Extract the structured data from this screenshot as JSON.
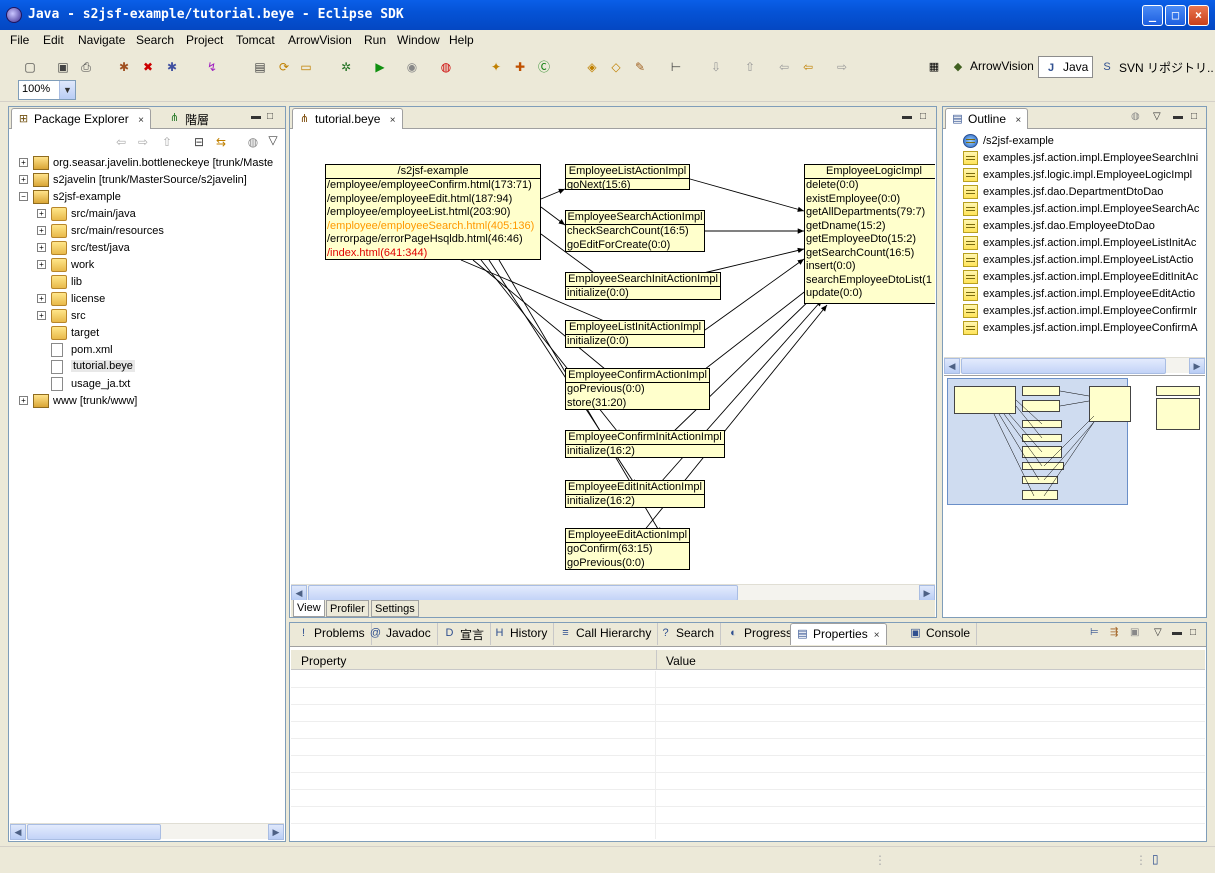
{
  "window": {
    "title": "Java - s2jsf-example/tutorial.beye - Eclipse SDK",
    "min": "_",
    "max": "□",
    "close": "×"
  },
  "menu": [
    "File",
    "Edit",
    "Navigate",
    "Search",
    "Project",
    "Tomcat",
    "ArrowVision",
    "Run",
    "Window",
    "Help"
  ],
  "toolbar": {
    "zoom": "100%",
    "perspectives": [
      {
        "icon": "▦",
        "label": ""
      },
      {
        "icon": "◆",
        "label": "ArrowVision"
      },
      {
        "icon": "J",
        "label": "Java"
      },
      {
        "icon": "S",
        "label": "SVN リポジトリ..."
      }
    ]
  },
  "explorer": {
    "tabs": [
      {
        "icon": "⊞",
        "label": "Package Explorer",
        "close": "×"
      },
      {
        "icon": "⋔",
        "label": "階層"
      }
    ],
    "items": [
      {
        "label": "org.seasar.javelin.bottleneckeye [trunk/Maste",
        "depth": 0,
        "exp": "+",
        "icon": "proj"
      },
      {
        "label": "s2javelin [trunk/MasterSource/s2javelin]",
        "depth": 0,
        "exp": "+",
        "icon": "proj"
      },
      {
        "label": "s2jsf-example",
        "depth": 0,
        "exp": "-",
        "icon": "proj"
      },
      {
        "label": "src/main/java",
        "depth": 1,
        "exp": "+",
        "icon": "pkgfolder"
      },
      {
        "label": "src/main/resources",
        "depth": 1,
        "exp": "+",
        "icon": "pkgfolder"
      },
      {
        "label": "src/test/java",
        "depth": 1,
        "exp": "+",
        "icon": "pkgfolder"
      },
      {
        "label": "work",
        "depth": 1,
        "exp": "+",
        "icon": "pkgfolder"
      },
      {
        "label": "lib",
        "depth": 1,
        "exp": "",
        "icon": "folder"
      },
      {
        "label": "license",
        "depth": 1,
        "exp": "+",
        "icon": "folder"
      },
      {
        "label": "src",
        "depth": 1,
        "exp": "+",
        "icon": "folder"
      },
      {
        "label": "target",
        "depth": 1,
        "exp": "",
        "icon": "folder"
      },
      {
        "label": "pom.xml",
        "depth": 1,
        "exp": "",
        "icon": "file"
      },
      {
        "label": "tutorial.beye",
        "depth": 1,
        "exp": "",
        "icon": "file",
        "selected": true
      },
      {
        "label": "usage_ja.txt",
        "depth": 1,
        "exp": "",
        "icon": "file"
      },
      {
        "label": "www [trunk/www]",
        "depth": 0,
        "exp": "+",
        "icon": "proj"
      }
    ]
  },
  "editor": {
    "tab": "tutorial.beye",
    "close": "×",
    "bottom_tabs": [
      "View",
      "Profiler",
      "Settings"
    ],
    "boxes": [
      {
        "title": "/s2jsf-example",
        "lines": [
          {
            "t": "/employee/employeeConfirm.html(173:71)",
            "c": "#000000"
          },
          {
            "t": "/employee/employeeEdit.html(187:94)",
            "c": "#000000"
          },
          {
            "t": "/employee/employeeList.html(203:90)",
            "c": "#000000"
          },
          {
            "t": "/employee/employeeSearch.html(405:136)",
            "c": "#ff9900"
          },
          {
            "t": "/errorpage/errorPageHsqldb.html(46:46)",
            "c": "#000000"
          },
          {
            "t": "/index.html(641:344)",
            "c": "#e00000"
          }
        ]
      },
      {
        "title": "EmployeeListActionImpl",
        "lines": [
          {
            "t": "goNext(15:6)",
            "c": "#000000"
          }
        ]
      },
      {
        "title": "EmployeeSearchActionImpl",
        "lines": [
          {
            "t": "checkSearchCount(16:5)",
            "c": "#000000"
          },
          {
            "t": "goEditForCreate(0:0)",
            "c": "#000000"
          }
        ]
      },
      {
        "title": "EmployeeSearchInitActionImpl",
        "lines": [
          {
            "t": "initialize(0:0)",
            "c": "#000000"
          }
        ]
      },
      {
        "title": "EmployeeListInitActionImpl",
        "lines": [
          {
            "t": "initialize(0:0)",
            "c": "#000000"
          }
        ]
      },
      {
        "title": "EmployeeConfirmActionImpl",
        "lines": [
          {
            "t": "goPrevious(0:0)",
            "c": "#000000"
          },
          {
            "t": "store(31:20)",
            "c": "#000000"
          }
        ]
      },
      {
        "title": "EmployeeConfirmInitActionImpl",
        "lines": [
          {
            "t": "initialize(16:2)",
            "c": "#000000"
          }
        ]
      },
      {
        "title": "EmployeeEditInitActionImpl",
        "lines": [
          {
            "t": "initialize(16:2)",
            "c": "#000000"
          }
        ]
      },
      {
        "title": "EmployeeEditActionImpl",
        "lines": [
          {
            "t": "goConfirm(63:15)",
            "c": "#000000"
          },
          {
            "t": "goPrevious(0:0)",
            "c": "#000000"
          }
        ]
      },
      {
        "title": "EmployeeLogicImpl",
        "lines": [
          {
            "t": "delete(0:0)",
            "c": "#000000"
          },
          {
            "t": "existEmployee(0:0)",
            "c": "#000000"
          },
          {
            "t": "getAllDepartments(79:7)",
            "c": "#000000"
          },
          {
            "t": "getDname(15:2)",
            "c": "#000000"
          },
          {
            "t": "getEmployeeDto(15:2)",
            "c": "#000000"
          },
          {
            "t": "getSearchCount(16:5)",
            "c": "#000000"
          },
          {
            "t": "insert(0:0)",
            "c": "#000000"
          },
          {
            "t": "searchEmployeeDtoList(1",
            "c": "#000000"
          },
          {
            "t": "update(0:0)",
            "c": "#000000"
          }
        ]
      }
    ]
  },
  "outline": {
    "tab": "Outline",
    "close": "×",
    "items": [
      "/s2jsf-example",
      "examples.jsf.action.impl.EmployeeSearchIni",
      "examples.jsf.logic.impl.EmployeeLogicImpl",
      "examples.jsf.dao.DepartmentDtoDao",
      "examples.jsf.action.impl.EmployeeSearchAc",
      "examples.jsf.dao.EmployeeDtoDao",
      "examples.jsf.action.impl.EmployeeListInitAc",
      "examples.jsf.action.impl.EmployeeListActio",
      "examples.jsf.action.impl.EmployeeEditInitAc",
      "examples.jsf.action.impl.EmployeeEditActio",
      "examples.jsf.action.impl.EmployeeConfirmIr",
      "examples.jsf.action.impl.EmployeeConfirmA"
    ]
  },
  "bottom": {
    "tabs": [
      {
        "icon": "!",
        "label": "Problems"
      },
      {
        "icon": "@",
        "label": "Javadoc"
      },
      {
        "icon": "D",
        "label": "宣言"
      },
      {
        "icon": "H",
        "label": "History"
      },
      {
        "icon": "≡",
        "label": "Call Hierarchy"
      },
      {
        "icon": "?",
        "label": "Search"
      },
      {
        "icon": "◐",
        "label": "Progress"
      },
      {
        "icon": "▤",
        "label": "Properties",
        "active": true,
        "close": "×"
      },
      {
        "icon": "▣",
        "label": "Console"
      }
    ],
    "columns": [
      "Property",
      "Value"
    ]
  },
  "colors": {
    "titlebar": "#0553d6",
    "diagram_box": "#ffffcc",
    "selection": "#316ac5"
  }
}
